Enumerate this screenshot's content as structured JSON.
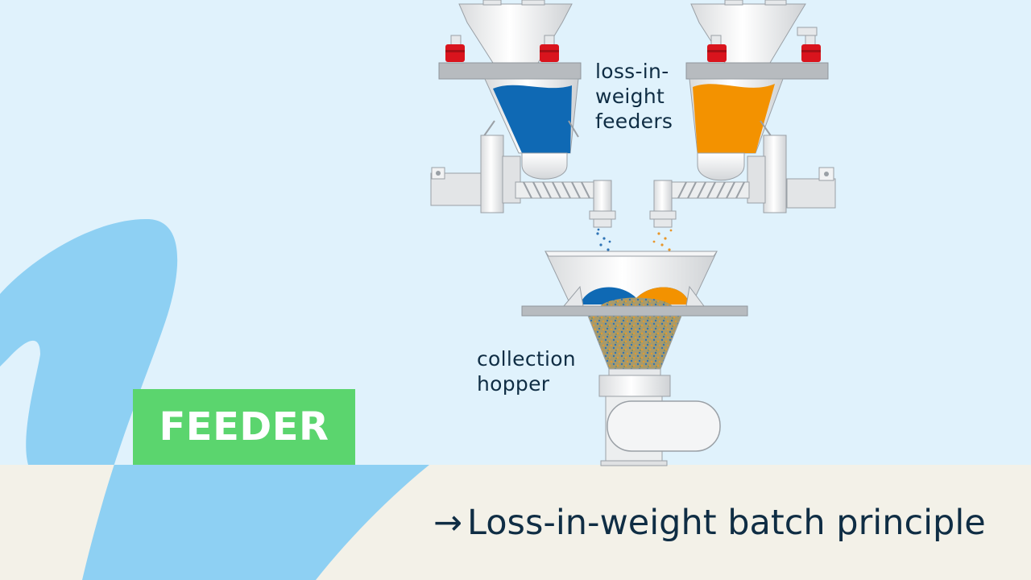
{
  "labels": {
    "feeders": "loss-in-\nweight\nfeeders",
    "hopper": "collection\nhopper"
  },
  "badge": {
    "text": "FEEDER"
  },
  "caption": {
    "arrow": "→",
    "text": "Loss-in-weight batch principle"
  },
  "colors": {
    "background": "#e0f2fc",
    "footer": "#f3f1e8",
    "swoosh": "#8ed0f3",
    "badge": "#5bd56e",
    "material_blue": "#0f69b4",
    "material_orange": "#f39200",
    "valve_red": "#d9141d",
    "text": "#0f2d44"
  }
}
